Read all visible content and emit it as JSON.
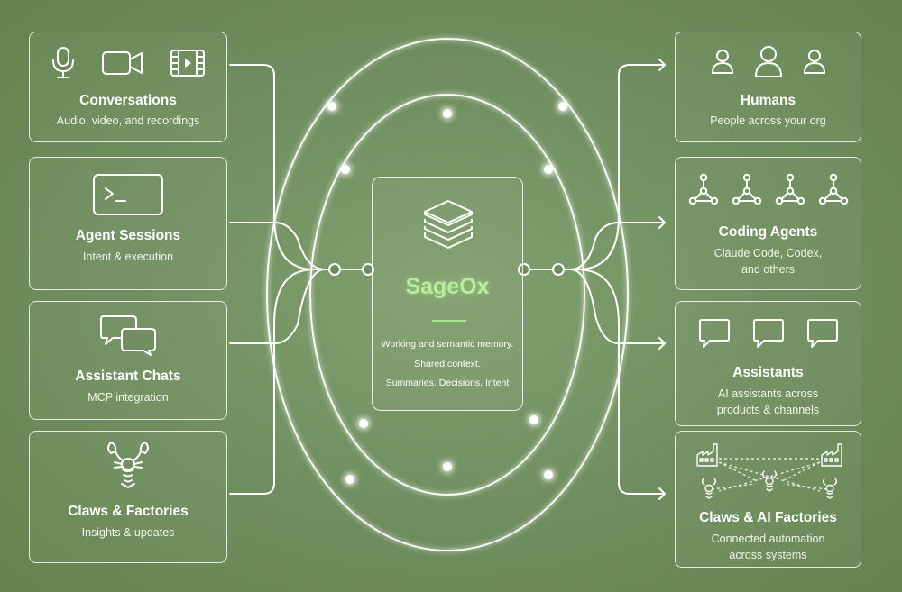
{
  "center": {
    "title": "SageOx",
    "lines": [
      "Working and semantic memory.",
      "Shared context.",
      "Summaries. Decisions. Intent"
    ]
  },
  "sources": [
    {
      "title": "Conversations",
      "subtitle": "Audio, video, and recordings",
      "icons": [
        "microphone-icon",
        "video-camera-icon",
        "video-file-icon"
      ]
    },
    {
      "title": "Agent Sessions",
      "subtitle": "Intent & execution",
      "icons": [
        "terminal-icon"
      ]
    },
    {
      "title": "Assistant Chats",
      "subtitle": "MCP integration",
      "icons": [
        "chat-bubbles-icon"
      ]
    },
    {
      "title": "Claws & Factories",
      "subtitle": "Insights & updates",
      "icons": [
        "lobster-icon"
      ]
    }
  ],
  "destinations": [
    {
      "title": "Humans",
      "subtitle": "People across your org",
      "icons": [
        "person-icon",
        "person-icon",
        "person-icon"
      ]
    },
    {
      "title": "Coding Agents",
      "subtitle_lines": [
        "Claude Code, Codex,",
        "and others"
      ],
      "icons": [
        "agent-network-icon",
        "agent-network-icon",
        "agent-network-icon",
        "agent-network-icon"
      ]
    },
    {
      "title": "Assistants",
      "subtitle_lines": [
        "AI assistants across",
        "products & channels"
      ],
      "icons": [
        "speech-bubble-icon",
        "speech-bubble-icon",
        "speech-bubble-icon"
      ]
    },
    {
      "title": "Claws & AI Factories",
      "subtitle_lines": [
        "Connected automation",
        "across systems"
      ],
      "icons": [
        "factory-icon",
        "factory-icon",
        "lobster-icon",
        "lobster-icon",
        "lobster-icon",
        "lobster-icon"
      ]
    }
  ],
  "colors": {
    "background": "#6f8e5f",
    "line": "#ffffff",
    "glow": "#c9ff9c",
    "accent_title": "#b6ee9a",
    "accent_rule": "#a7e58b"
  }
}
